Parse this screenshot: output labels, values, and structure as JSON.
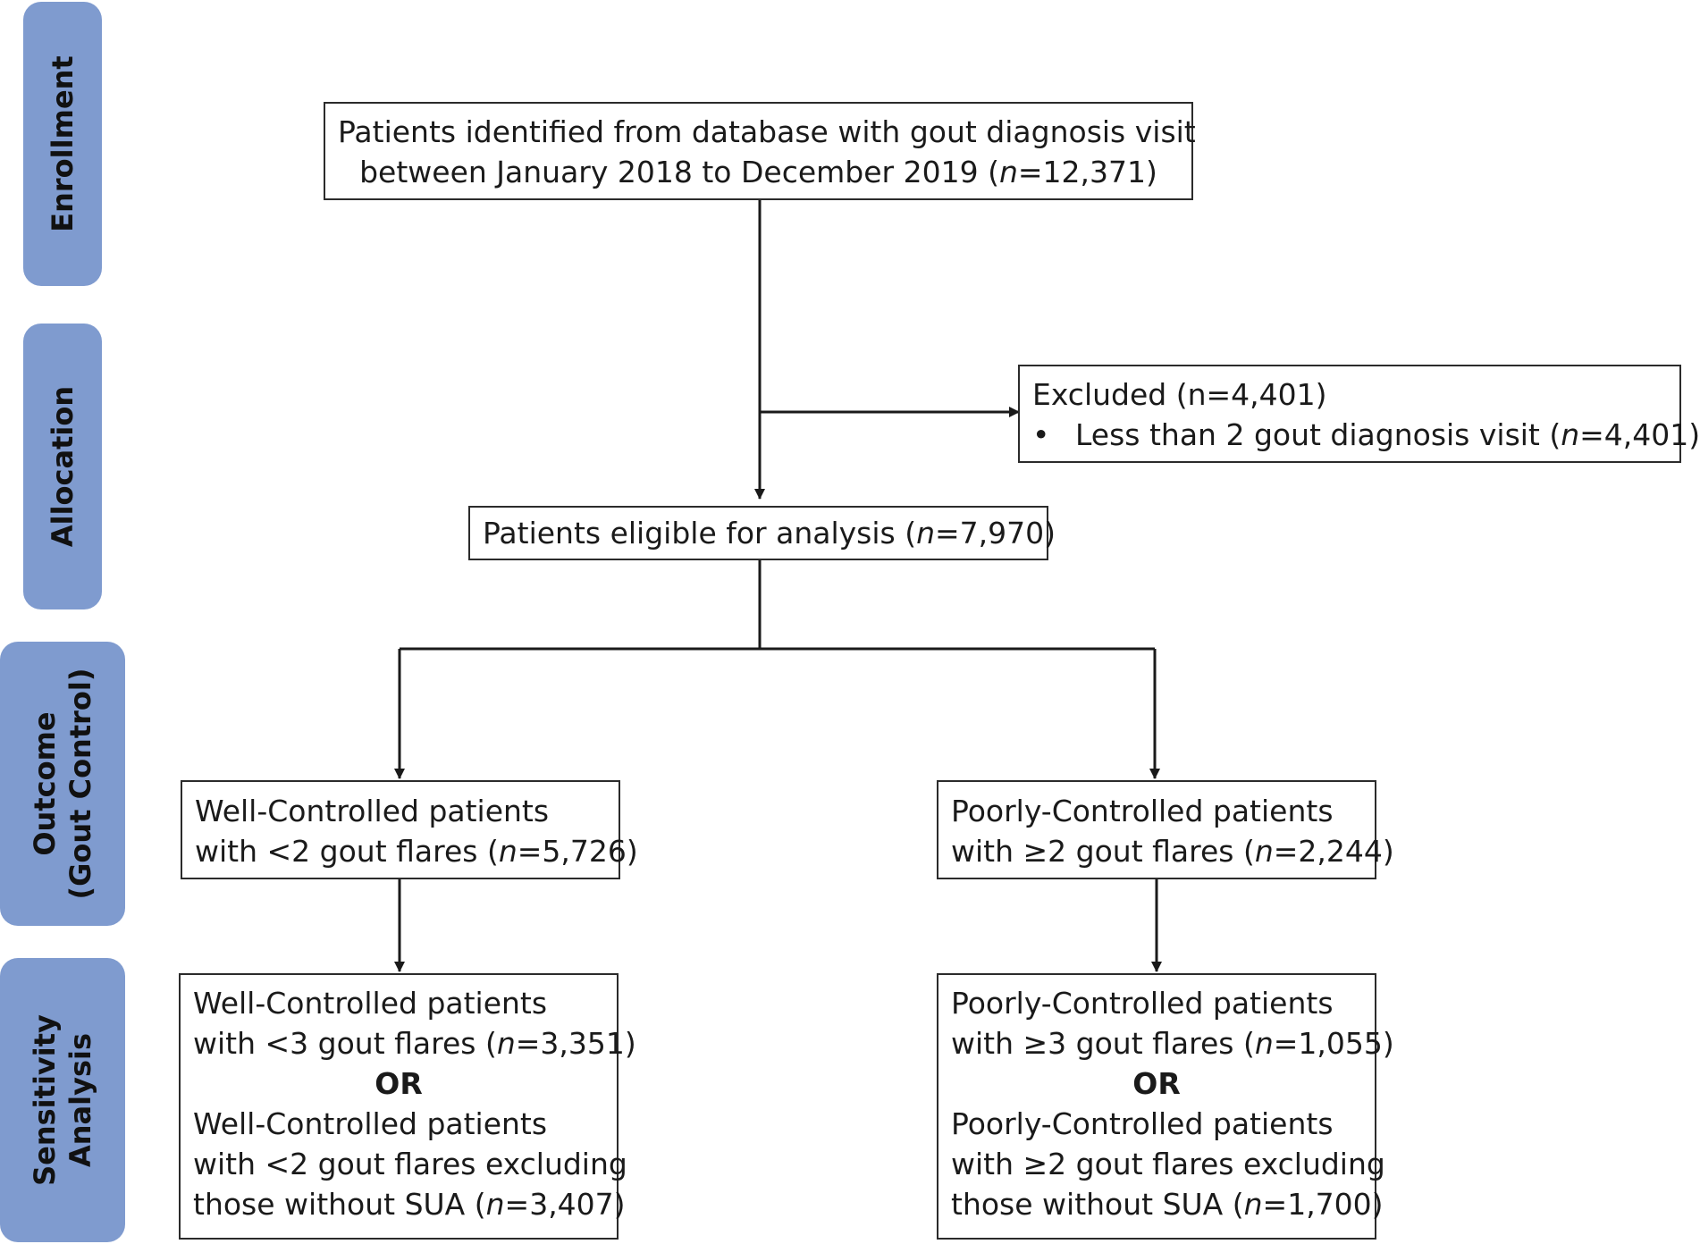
{
  "stages": {
    "enrollment": {
      "lines": [
        "Enrollment"
      ]
    },
    "allocation": {
      "lines": [
        "Allocation"
      ]
    },
    "outcome": {
      "lines": [
        "Outcome",
        "(Gout Control)"
      ]
    },
    "sensitivity": {
      "lines": [
        "Sensitivity",
        "Analysis"
      ]
    }
  },
  "colors": {
    "stage_tab": "#7f9bcf",
    "box_border": "#2b2b2b",
    "connector": "#1a1a1a"
  },
  "boxes": {
    "identified": {
      "line1": "Patients identified from database with gout diagnosis visit",
      "line2_pre": "between January 2018 to December 2019 (",
      "n": "n",
      "line2_post": "=12,371)"
    },
    "excluded": {
      "title": "Excluded (n=4,401)",
      "bullet": "•",
      "bullet_pre": "Less than 2 gout diagnosis visit (",
      "n": "n",
      "bullet_post": "=4,401)"
    },
    "eligible": {
      "pre": "Patients eligible for analysis (",
      "n": "n",
      "post": "=7,970)"
    },
    "well_controlled": {
      "line1": "Well-Controlled patients",
      "line2_pre": "with <2 gout flares (",
      "n": "n",
      "line2_post": "=5,726)"
    },
    "poorly_controlled": {
      "line1": "Poorly-Controlled patients",
      "line2_pre": "with ≥2 gout flares (",
      "n": "n",
      "line2_post": "=2,244)"
    },
    "well_sensitivity": {
      "line1": "Well-Controlled patients",
      "line2_pre": "with <3 gout flares (",
      "n1": "n",
      "line2_post": "=3,351)",
      "or": "OR",
      "line3": "Well-Controlled patients",
      "line4": "with <2 gout flares excluding",
      "line5_pre": "those without SUA (",
      "n2": "n",
      "line5_post": "=3,407)"
    },
    "poorly_sensitivity": {
      "line1": "Poorly-Controlled patients",
      "line2_pre": "with ≥3 gout flares (",
      "n1": "n",
      "line2_post": "=1,055)",
      "or": "OR",
      "line3": "Poorly-Controlled patients",
      "line4": "with ≥2 gout flares excluding",
      "line5_pre": "those without SUA (",
      "n2": "n",
      "line5_post": "=1,700)"
    }
  }
}
